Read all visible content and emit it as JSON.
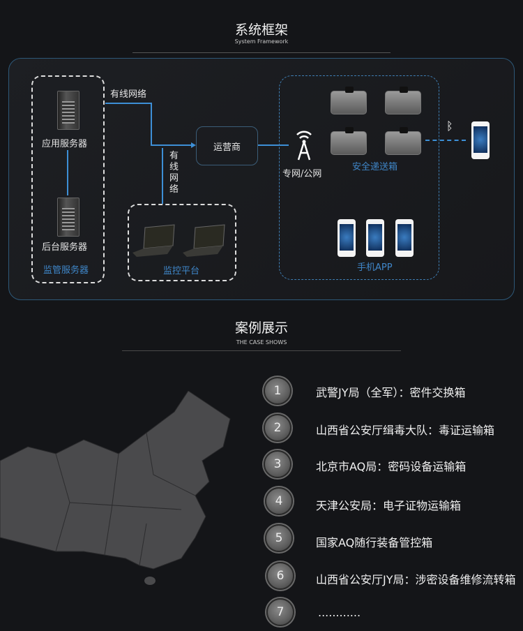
{
  "framework": {
    "title": "系统框架",
    "subtitle": "System Framework",
    "app_server": "应用服务器",
    "backend_server": "后台服务器",
    "supervision_server": "监管服务器",
    "wired_network_top": "有线网络",
    "wired_network_vertical": "有线网络",
    "operator": "运营商",
    "network": "专网/公网",
    "secure_box": "安全递送箱",
    "monitor_platform": "监控平台",
    "mobile_app": "手机APP"
  },
  "cases": {
    "title": "案例展示",
    "subtitle": "THE CASE SHOWS",
    "items": [
      {
        "num": "1",
        "text": "武警JY局（全军）：密件交换箱"
      },
      {
        "num": "2",
        "text": "山西省公安厅缉毒大队：毒证运输箱"
      },
      {
        "num": "3",
        "text": "北京市AQ局：密码设备运输箱"
      },
      {
        "num": "4",
        "text": "天津公安局：电子证物运输箱"
      },
      {
        "num": "5",
        "text": "国家AQ随行装备管控箱"
      },
      {
        "num": "6",
        "text": "山西省公安厅JY局：涉密设备维修流转箱"
      },
      {
        "num": "7",
        "text": "............"
      }
    ]
  },
  "colors": {
    "accent": "#3d8fd6",
    "label_blue": "#3f86c8"
  }
}
